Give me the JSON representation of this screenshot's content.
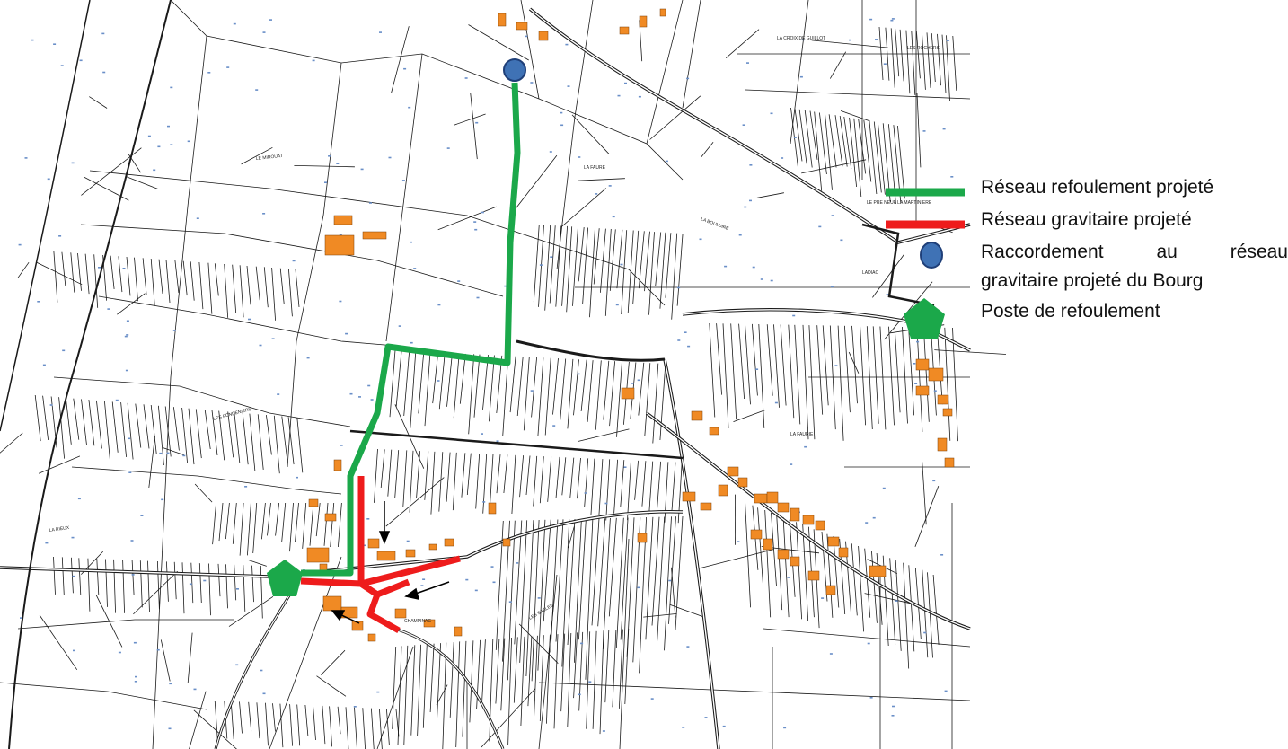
{
  "colors": {
    "refoulement": "#1ba84a",
    "gravitaire": "#ee1c1c",
    "raccordement_fill": "#3f72b5",
    "raccordement_stroke": "#1f3f78",
    "poste": "#1ba84a",
    "building": "#f08a24",
    "parcel_line": "#1a1a1a",
    "arrow": "#000000"
  },
  "legend": {
    "item1": "Réseau refoulement projeté",
    "item2": "Réseau gravitaire projeté",
    "item3_words": [
      "Raccordement",
      "au",
      "réseau"
    ],
    "item3b": "gravitaire projeté du Bourg",
    "item4": "Poste de refoulement"
  },
  "icons": {
    "refoulement": "green-line-icon",
    "gravitaire": "red-line-icon",
    "raccordement": "blue-circle-icon",
    "poste": "green-pentagon-icon",
    "flow": "arrow-icon"
  },
  "place_labels": {
    "croix": "LA CROIX DE GUILLOT",
    "mirouat": "LE MIROUAT",
    "faure": "LA FAURE",
    "bouluire": "LA BOULUIRE",
    "rochers": "LES ROCHERS",
    "martiniere": "LE PRE NEUF LA MARTINIERE",
    "ladiac": "LADIAC",
    "fondenier": "LES FONDENIERS",
    "rieux": "LA RIEUX",
    "champinac": "CHAMPINAC",
    "sables": "LES SABLES",
    "faurie": "LA FAURIE"
  }
}
